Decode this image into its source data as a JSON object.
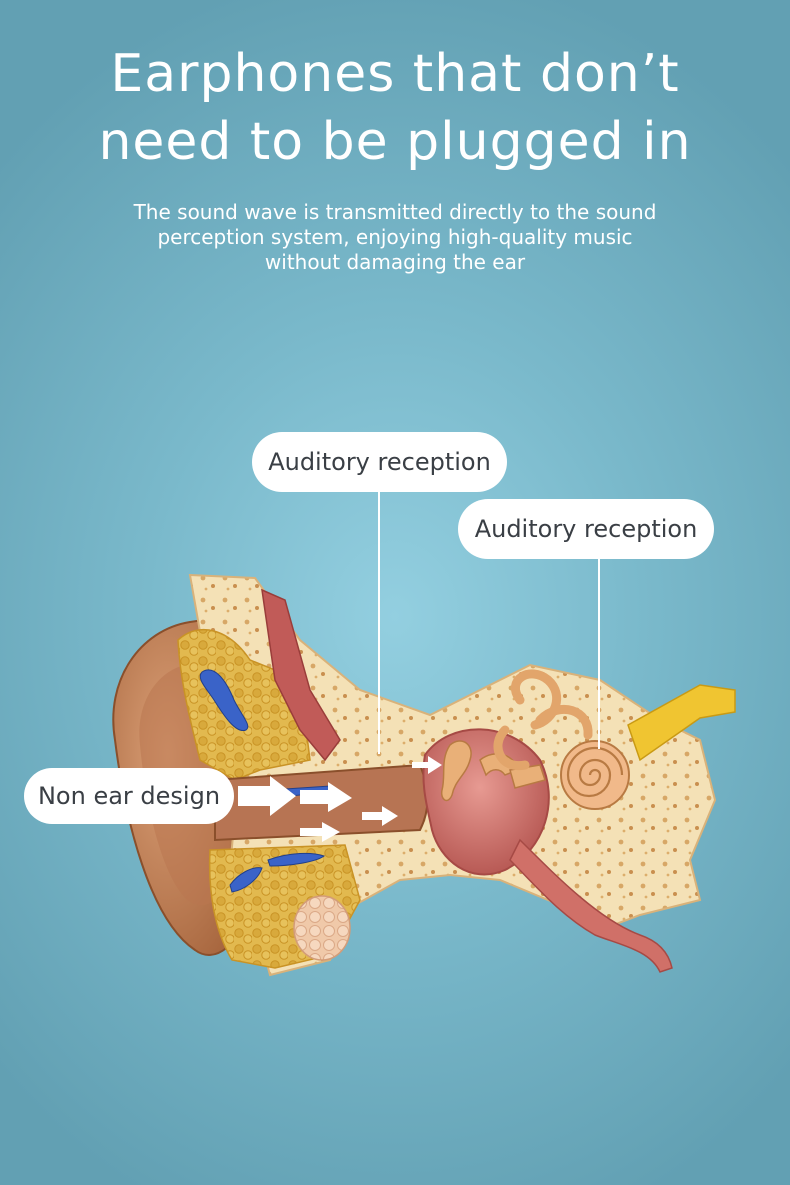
{
  "header": {
    "title_line1": "Earphones that don’t",
    "title_line2": "need to be plugged in",
    "subtitle_line1": "The sound wave is transmitted directly to the sound",
    "subtitle_line2": "perception system, enjoying high-quality music",
    "subtitle_line3": "without damaging the ear"
  },
  "callouts": {
    "top": "Auditory reception",
    "right": "Auditory reception",
    "left": "Non ear design"
  },
  "colors": {
    "background": "#7ab9cb",
    "skin": "#c98a5e",
    "bone": "#f4e1b6",
    "fat": "#e2b94f",
    "tissue": "#c96a60",
    "vein": "#3a63c8"
  }
}
